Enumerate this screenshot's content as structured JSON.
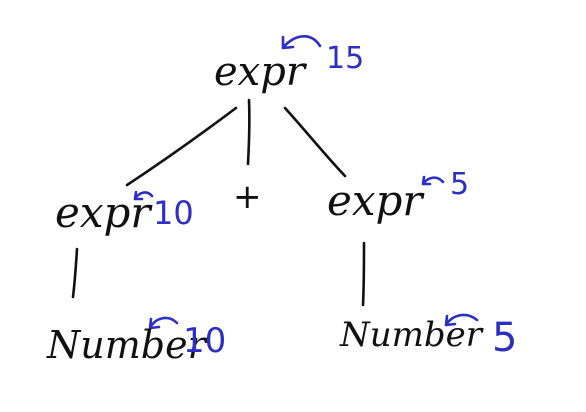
{
  "tree": {
    "root": {
      "label": "expr",
      "value": "15"
    },
    "left": {
      "label": "expr",
      "value": "10"
    },
    "operator": {
      "label": "+"
    },
    "right": {
      "label": "expr",
      "value": "5"
    },
    "left_leaf": {
      "label": "Number",
      "value": "10"
    },
    "right_leaf": {
      "label": "Number",
      "value": "5"
    }
  },
  "colors": {
    "ink": "#111111",
    "annotation": "#2d2fc4"
  }
}
